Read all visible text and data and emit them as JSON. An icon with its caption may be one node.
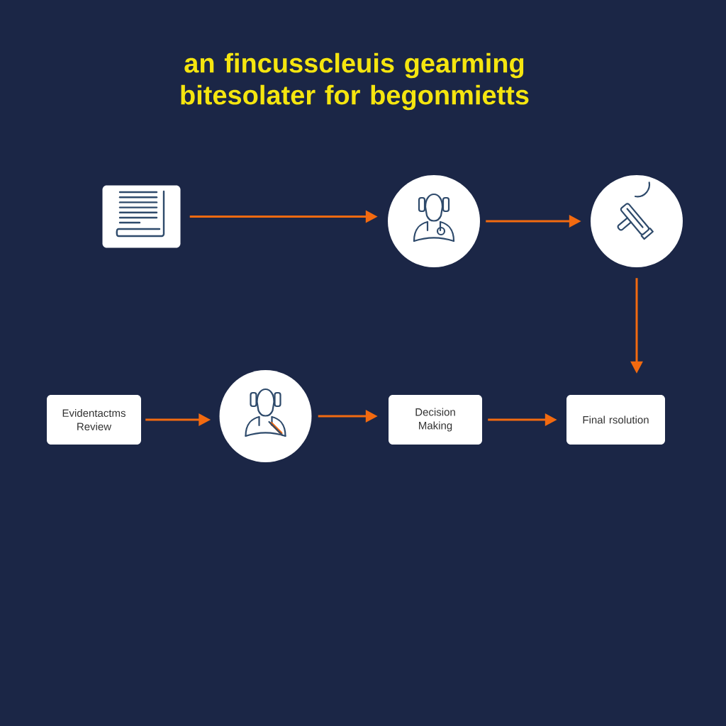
{
  "diagram": {
    "title": "an fincusscleuis gearming bitesolater for begonmietts",
    "nodes": [
      {
        "text": [],
        "shape": "box"
      },
      {
        "text": [],
        "shape": "circle"
      },
      {
        "text": [],
        "shape": "circle"
      },
      {
        "text": [
          "Evidentactms Review"
        ]
      },
      {
        "text": [],
        "shape": "circle"
      },
      {
        "text": [
          "Decision Making"
        ]
      },
      {
        "text": [
          "Final rsolution"
        ]
      }
    ],
    "edges": [
      {
        "from": 0,
        "to": 1,
        "arrow": "to"
      },
      {
        "from": 1,
        "to": 2,
        "arrow": "to"
      },
      {
        "from": 2,
        "to": 6,
        "arrow": "to"
      },
      {
        "from": 3,
        "to": 4,
        "arrow": "to"
      },
      {
        "from": 4,
        "to": 5,
        "arrow": "to"
      },
      {
        "from": 5,
        "to": 6,
        "arrow": "to"
      }
    ]
  }
}
